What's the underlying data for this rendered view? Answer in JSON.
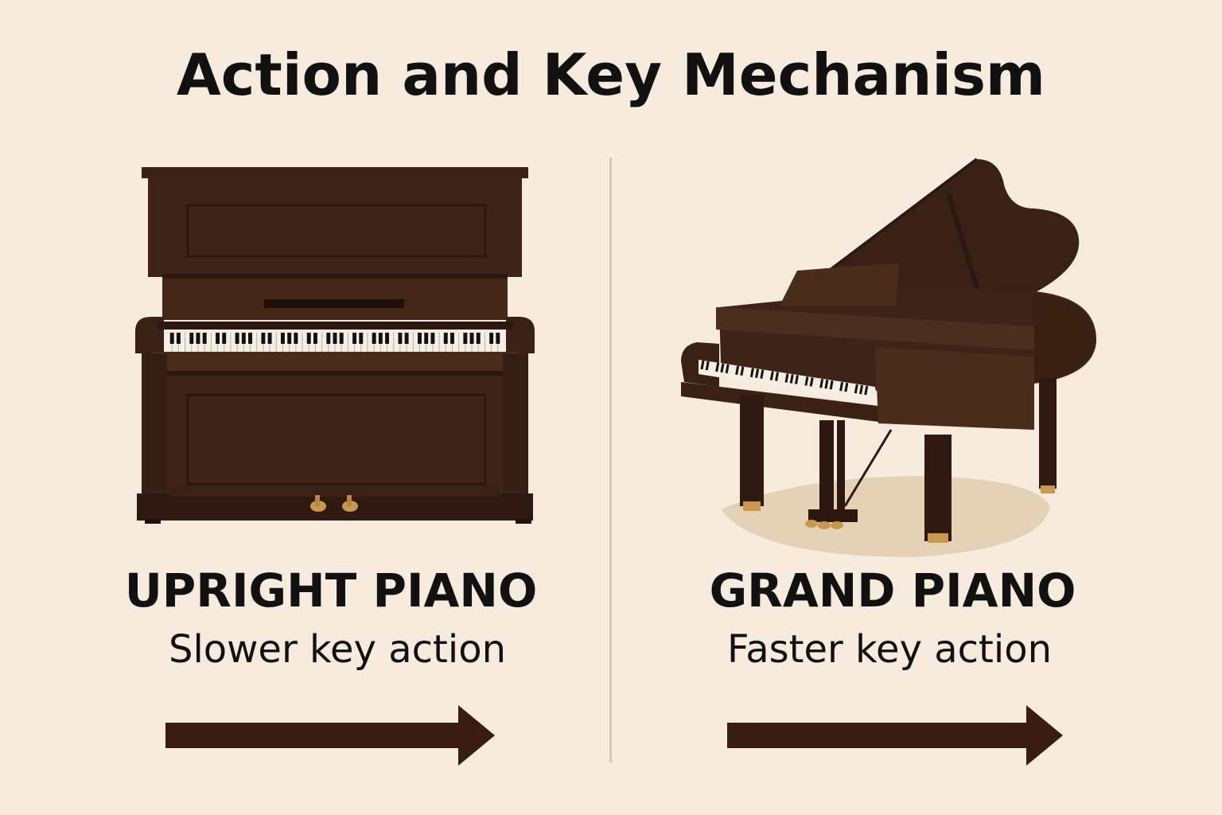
{
  "title": "Action and Key Mechanism",
  "panels": [
    {
      "label": "UPRIGHT PIANO",
      "description": "Slower key action",
      "image": "upright-piano-icon",
      "arrow": "right-arrow-icon"
    },
    {
      "label": "GRAND PIANO",
      "description": "Faster key action",
      "image": "grand-piano-icon",
      "arrow": "right-arrow-icon"
    }
  ],
  "colors": {
    "background": "#f6ebdc",
    "wood": "#3e2418",
    "wood_dark": "#2c1810",
    "wood_light": "#4c2e20",
    "brass": "#c9974d",
    "text": "#111111",
    "divider": "#dcc8b0",
    "arrow": "#3a1d12"
  }
}
